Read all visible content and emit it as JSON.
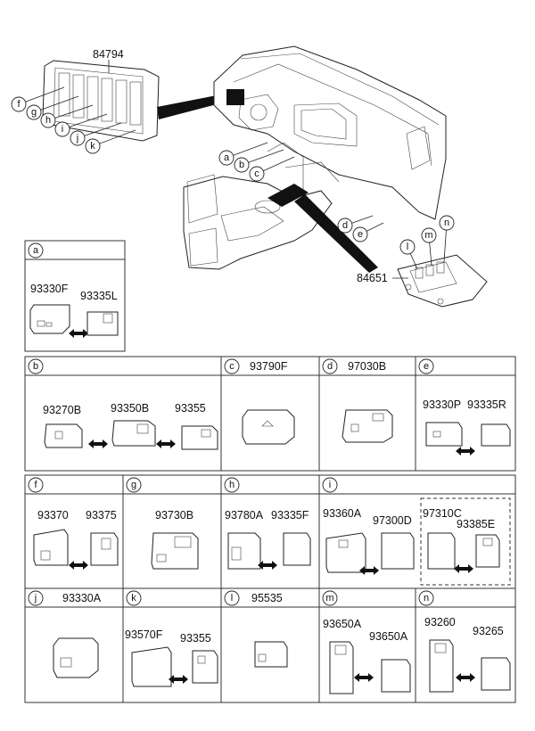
{
  "overview": {
    "bezel_part": "84794",
    "console_part": "84651",
    "bezel_callouts": [
      "f",
      "g",
      "h",
      "i",
      "j",
      "k"
    ],
    "dash_callouts": [
      "a",
      "b",
      "c",
      "d",
      "e"
    ],
    "console_callouts": [
      "l",
      "m",
      "n"
    ]
  },
  "cells": [
    {
      "letter": "a",
      "parts": [
        "93330F",
        "93335L"
      ]
    },
    {
      "letter": "b",
      "parts": [
        "93270B",
        "93350B",
        "93355"
      ]
    },
    {
      "letter": "c",
      "parts": [
        "93790F"
      ]
    },
    {
      "letter": "d",
      "parts": [
        "97030B"
      ]
    },
    {
      "letter": "e",
      "parts": [
        "93330P",
        "93335R"
      ]
    },
    {
      "letter": "f",
      "parts": [
        "93370",
        "93375"
      ]
    },
    {
      "letter": "g",
      "parts": [
        "93730B"
      ]
    },
    {
      "letter": "h",
      "parts": [
        "93780A",
        "93335F"
      ]
    },
    {
      "letter": "i",
      "parts": [
        "93360A",
        "97300D",
        "97310C",
        "93385E"
      ]
    },
    {
      "letter": "j",
      "parts": [
        "93330A"
      ]
    },
    {
      "letter": "k",
      "parts": [
        "93570F",
        "93355"
      ]
    },
    {
      "letter": "l",
      "parts": [
        "95535"
      ]
    },
    {
      "letter": "m",
      "parts": [
        "93650A",
        "93650A"
      ]
    },
    {
      "letter": "n",
      "parts": [
        "93260",
        "93265"
      ]
    }
  ]
}
